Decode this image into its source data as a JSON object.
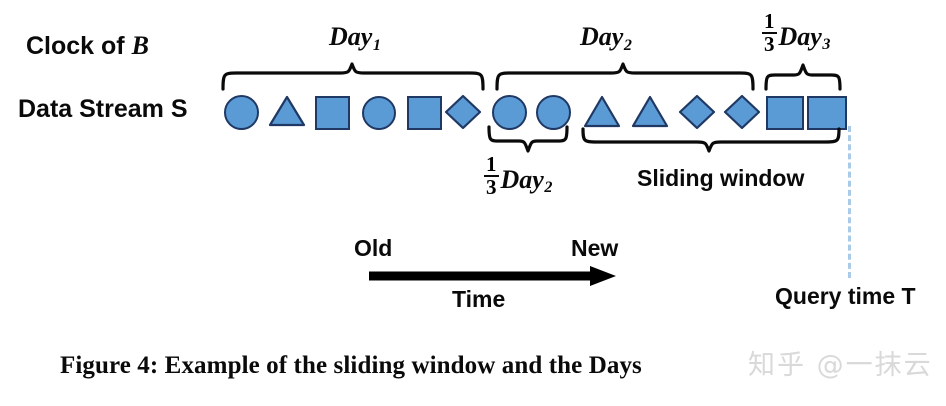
{
  "figure": {
    "caption": "Figure 4: Example of the sliding window and the Days",
    "watermark": "知乎 @一抹云"
  },
  "rows": {
    "clock_label_prefix": "Clock of ",
    "clock_label_var": "B",
    "stream_label": "Data Stream S"
  },
  "day_brackets": [
    {
      "id": "day1",
      "label": "Day",
      "subscript": "1"
    },
    {
      "id": "day2",
      "label": "Day",
      "subscript": "2"
    },
    {
      "id": "day3",
      "label": "Day",
      "subscript": "3",
      "fraction_num": "1",
      "fraction_den": "3"
    }
  ],
  "lower_brackets": [
    {
      "id": "third-day2",
      "label": "Day",
      "subscript": "2",
      "fraction_num": "1",
      "fraction_den": "3"
    },
    {
      "id": "sliding-window",
      "label": "Sliding window"
    }
  ],
  "time_axis": {
    "old_label": "Old",
    "new_label": "New",
    "axis_label": "Time"
  },
  "query": {
    "label": "Query time T"
  },
  "chart_data": {
    "type": "diagram",
    "title": "Figure 4: Example of the sliding window and the Days",
    "stream_items": [
      {
        "index": 1,
        "shape": "circle",
        "day": "Day1"
      },
      {
        "index": 2,
        "shape": "triangle",
        "day": "Day1"
      },
      {
        "index": 3,
        "shape": "square",
        "day": "Day1"
      },
      {
        "index": 4,
        "shape": "circle",
        "day": "Day1"
      },
      {
        "index": 5,
        "shape": "square",
        "day": "Day1"
      },
      {
        "index": 6,
        "shape": "diamond",
        "day": "Day1"
      },
      {
        "index": 7,
        "shape": "circle",
        "day": "Day2"
      },
      {
        "index": 8,
        "shape": "circle",
        "day": "Day2"
      },
      {
        "index": 9,
        "shape": "triangle",
        "day": "Day2"
      },
      {
        "index": 10,
        "shape": "triangle",
        "day": "Day2"
      },
      {
        "index": 11,
        "shape": "diamond",
        "day": "Day2"
      },
      {
        "index": 12,
        "shape": "diamond",
        "day": "Day2"
      },
      {
        "index": 13,
        "shape": "square",
        "day": "Day3"
      },
      {
        "index": 14,
        "shape": "square",
        "day": "Day3"
      }
    ],
    "groupings": {
      "Day1": [
        1,
        6
      ],
      "Day2": [
        7,
        12
      ],
      "OneThirdDay3": [
        13,
        14
      ],
      "OneThirdDay2": [
        7,
        8
      ],
      "SlidingWindow": [
        9,
        14
      ]
    },
    "colors": {
      "shape_fill": "#5b9bd5",
      "shape_stroke": "#1f3864",
      "bracket": "#0a0a0a",
      "query_line": "#a9cbe8",
      "watermark": "#d9d9d9"
    }
  }
}
